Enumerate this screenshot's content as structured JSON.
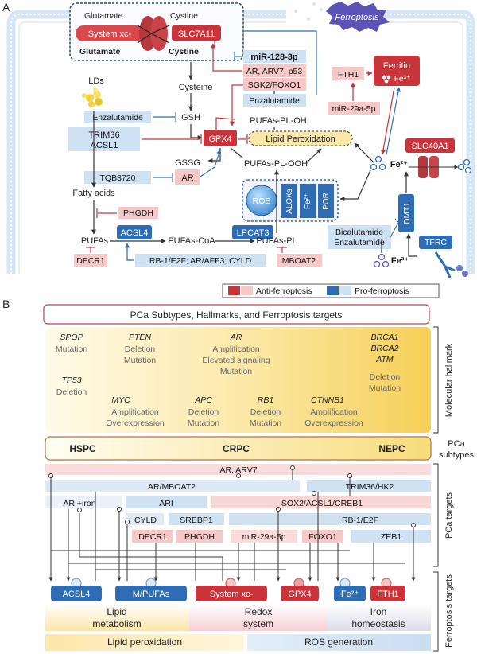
{
  "panel_a": {
    "label": "A",
    "glutamate_top": "Glutamate",
    "cystine_top": "Cystine",
    "glutamate_bottom": "Glutamate",
    "cystine_bottom": "Cystine",
    "system_xc": "System xc-",
    "slc7a11": "SLC7A11",
    "ferroptosis_badge": "Ferroptosis",
    "mir128": "miR-128-3p",
    "ar_arv7_p53": "AR, ARV7, p53",
    "sgk2_foxo1": "SGK2/FOXO1",
    "enzalutamide_right": "Enzalutamide",
    "cysteine": "Cysteine",
    "lds": "LDs",
    "enzalutamide_left": "Enzalutamide",
    "gsh": "GSH",
    "trim36": "TRIM36",
    "acsl1": "ACSL1",
    "gpx4": "GPX4",
    "pufas_pl_oh": "PUFAs-PL-OH",
    "lipid_peroxidation": "Lipid Peroxidation",
    "gssg": "GSSG",
    "tqb3720": "TQB3720",
    "ar": "AR",
    "pufas_pl_ooh": "PUFAs-PL-OOH",
    "fatty_acids": "Fatty acids",
    "phgdh": "PHGDH",
    "pufas": "PUFAs",
    "acsl4": "ACSL4",
    "pufas_coa": "PUFAs-CoA",
    "lpcat3": "LPCAT3",
    "pufas_pl": "PUFAs-PL",
    "decr1": "DECR1",
    "rb1_regulators": "RB-1/E2F; AR/AFF3; CYLD",
    "mboat2": "MBOAT2",
    "ros": "ROS",
    "aloxs": "ALOXs",
    "fe2_small": "Fe²⁺",
    "por": "POR",
    "fth1": "FTH1",
    "mir29a": "miR-29a-5p",
    "ferritin": "Ferritin",
    "ferritin_fe": "Fe³⁺",
    "fe2": "Fe²⁺",
    "slc40a1": "SLC40A1",
    "dmt1": "DMT1",
    "bicalutamide": "Bicalutamide",
    "enzalutamide_bottom": "Enzalutamide",
    "tfrc": "TFRC",
    "fe3": "Fe³⁺"
  },
  "panel_b": {
    "label": "B",
    "legend_anti": "Anti-ferroptosis",
    "legend_pro": "Pro-ferroptosis",
    "title": "PCa Subtypes, Hallmarks, and Ferroptosis targets",
    "hallmarks": [
      {
        "gene": "SPOP",
        "desc": [
          "Mutation"
        ]
      },
      {
        "gene": "PTEN",
        "desc": [
          "Deletion",
          "Mutation"
        ]
      },
      {
        "gene": "AR",
        "desc": [
          "Amplification",
          "Elevated signaling",
          "Mutation"
        ]
      },
      {
        "gene": "BRCA1",
        "desc": []
      },
      {
        "gene": "BRCA2",
        "desc": []
      },
      {
        "gene": "ATM",
        "desc": [
          "Deletion",
          "Mutation"
        ]
      },
      {
        "gene": "TP53",
        "desc": [
          "Deletion"
        ]
      },
      {
        "gene": "MYC",
        "desc": [
          "Amplification",
          "Overexpression"
        ]
      },
      {
        "gene": "APC",
        "desc": [
          "Deletion",
          "Mutation"
        ]
      },
      {
        "gene": "RB1",
        "desc": [
          "Deletion",
          "Mutation"
        ]
      },
      {
        "gene": "CTNNB1",
        "desc": [
          "Amplification",
          "Overexpression"
        ]
      }
    ],
    "molecular_hallmark_label": "Molecular hallmark",
    "subtypes": [
      "HSPC",
      "CRPC",
      "NEPC"
    ],
    "subtypes_label_1": "PCa",
    "subtypes_label_2": "subtypes",
    "pca_targets_label": "PCa targets",
    "ferroptosis_targets_label": "Ferroptosis targets",
    "regulators": {
      "ar_arv7": "AR, ARV7",
      "ar_mboat2": "AR/MBOAT2",
      "trim36_hk2": "TRIM36/HK2",
      "ari_iron": "ARI+iron",
      "ari": "ARI",
      "sox2": "SOX2/ACSL1/CREB1",
      "cyld": "CYLD",
      "srebp1": "SREBP1",
      "rb1_e2f": "RB-1/E2F",
      "decr1": "DECR1",
      "phgdh": "PHGDH",
      "mir29a": "miR-29a-5p",
      "foxo1": "FOXO1",
      "zeb1": "ZEB1"
    },
    "targets": [
      "ACSL4",
      "M/PUFAs",
      "System xc-",
      "GPX4",
      "Fe²⁺",
      "FTH1"
    ],
    "categories": [
      {
        "line1": "Lipid",
        "line2": "metabolism"
      },
      {
        "line1": "Redox",
        "line2": "system"
      },
      {
        "line1": "Iron",
        "line2": "homeostasis"
      }
    ],
    "lipid_peroxidation": "Lipid peroxidation",
    "ros_generation": "ROS generation"
  },
  "colors": {
    "anti_dark": "#c9343b",
    "anti_light": "#f6c9c8",
    "pro_dark": "#2e6db4",
    "pro_light": "#cfe2f3",
    "membrane": "#cfe0f3",
    "hallmark_gold": "#f7d66b"
  }
}
